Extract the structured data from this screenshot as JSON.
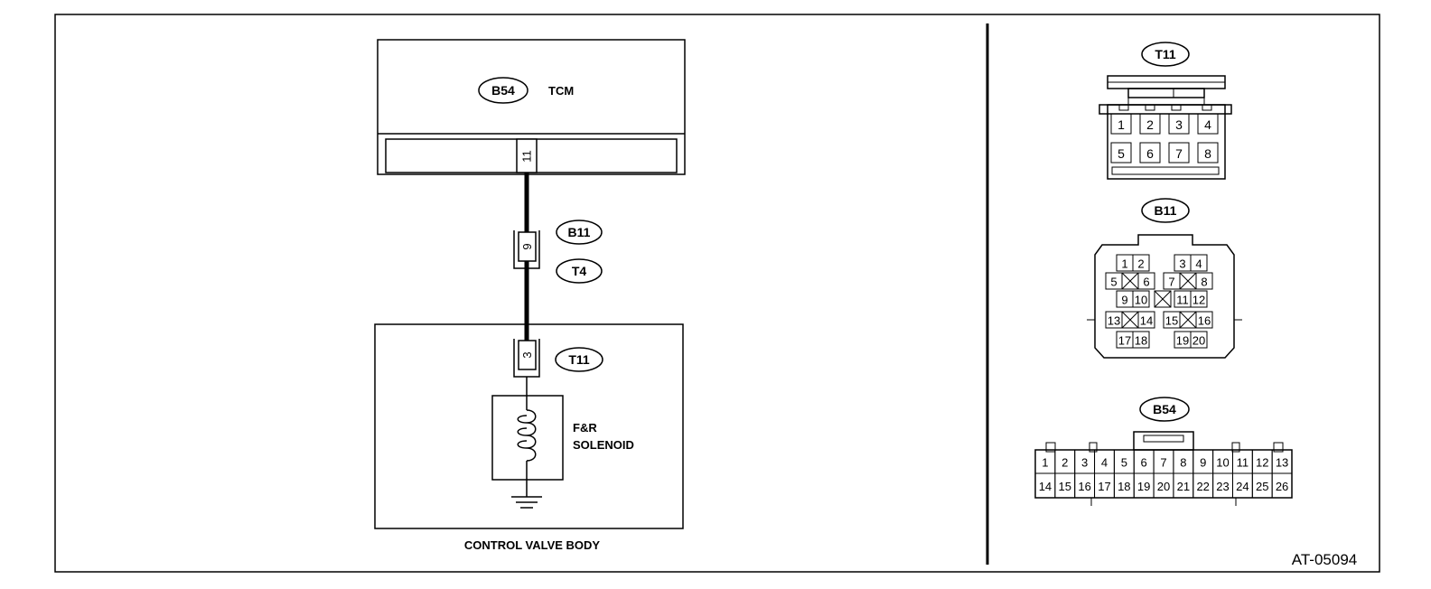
{
  "tcm": {
    "connector": "B54",
    "label": "TCM",
    "pin": "11"
  },
  "harness": {
    "connector_upper": "B11",
    "connector_lower": "T4",
    "pin": "9"
  },
  "valve_body": {
    "connector": "T11",
    "pin": "3",
    "solenoid_line1": "F&R",
    "solenoid_line2": "SOLENOID",
    "caption": "CONTROL VALVE BODY"
  },
  "connectors": {
    "t11": {
      "label": "T11",
      "pins_top": [
        "1",
        "2",
        "3",
        "4"
      ],
      "pins_bottom": [
        "5",
        "6",
        "7",
        "8"
      ]
    },
    "b11": {
      "label": "B11",
      "pins": [
        "1",
        "2",
        "3",
        "4",
        "5",
        "6",
        "7",
        "8",
        "9",
        "10",
        "11",
        "12",
        "13",
        "14",
        "15",
        "16",
        "17",
        "18",
        "19",
        "20"
      ]
    },
    "b54": {
      "label": "B54",
      "pins_top": [
        "1",
        "2",
        "3",
        "4",
        "5",
        "6",
        "7",
        "8",
        "9",
        "10",
        "11",
        "12",
        "13"
      ],
      "pins_bottom": [
        "14",
        "15",
        "16",
        "17",
        "18",
        "19",
        "20",
        "21",
        "22",
        "23",
        "24",
        "25",
        "26"
      ]
    }
  },
  "figure_id": "AT-05094"
}
